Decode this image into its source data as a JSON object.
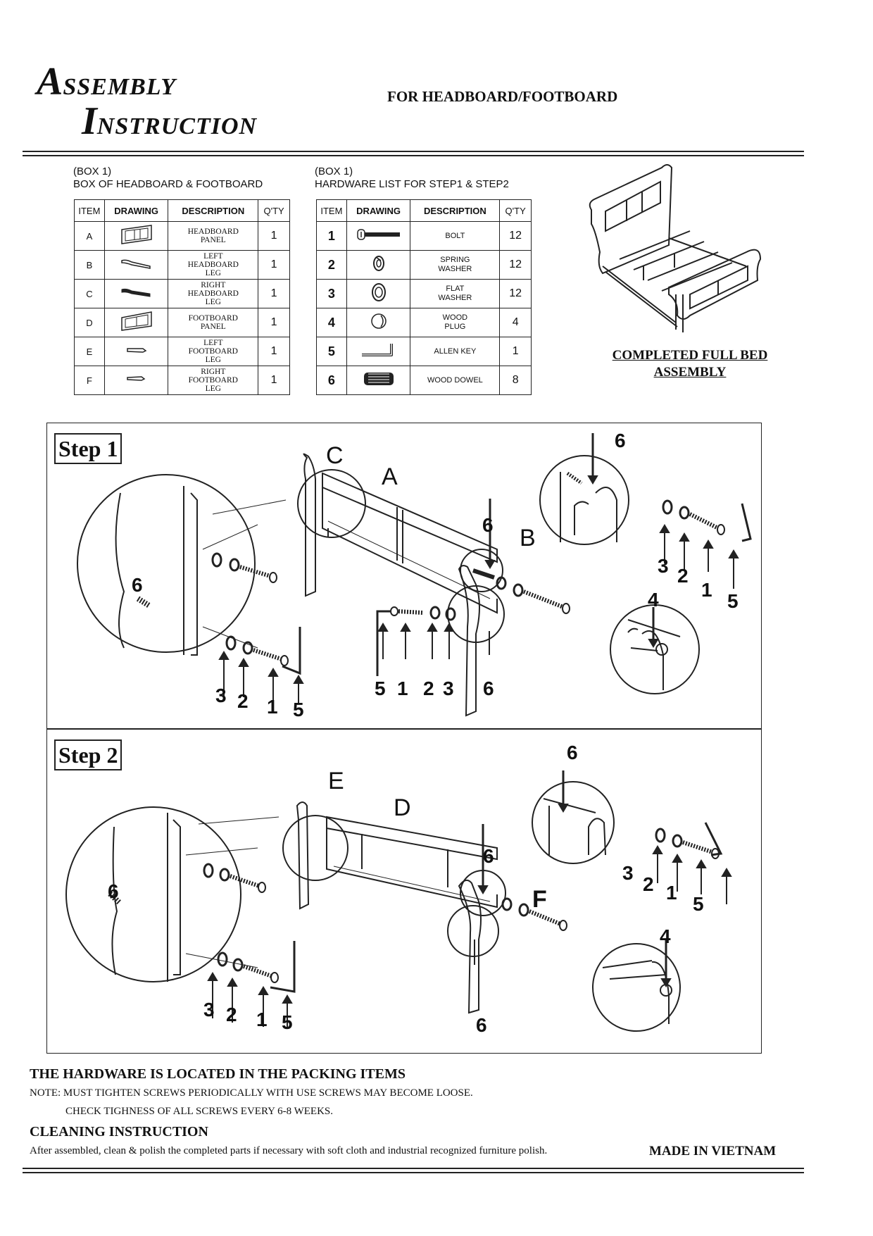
{
  "header": {
    "title_line1_cap": "A",
    "title_line1_rest": "SSEMBLY",
    "title_line2_cap": "I",
    "title_line2_rest": "NSTRUCTION",
    "subtitle": "FOR HEADBOARD/FOOTBOARD"
  },
  "box1": {
    "label": "(BOX 1)",
    "title": "BOX OF HEADBOARD & FOOTBOARD",
    "columns": [
      "ITEM",
      "DRAWING",
      "DESCRIPTION",
      "Q'TY"
    ],
    "rows": [
      {
        "item": "A",
        "desc": "HEADBOARD PANEL",
        "qty": "1",
        "icon": "headboard-panel-icon"
      },
      {
        "item": "B",
        "desc": "LEFT HEADBOARD LEG",
        "qty": "1",
        "icon": "left-headboard-leg-icon"
      },
      {
        "item": "C",
        "desc": "RIGHT HEADBOARD LEG",
        "qty": "1",
        "icon": "right-headboard-leg-icon"
      },
      {
        "item": "D",
        "desc": "FOOTBOARD PANEL",
        "qty": "1",
        "icon": "footboard-panel-icon"
      },
      {
        "item": "E",
        "desc": "LEFT FOOTBOARD LEG",
        "qty": "1",
        "icon": "left-footboard-leg-icon"
      },
      {
        "item": "F",
        "desc": "RIGHT FOOTBOARD LEG",
        "qty": "1",
        "icon": "right-footboard-leg-icon"
      }
    ]
  },
  "hardware": {
    "label": "(BOX 1)",
    "title": "HARDWARE LIST FOR STEP1 & STEP2",
    "columns": [
      "ITEM",
      "DRAWING",
      "DESCRIPTION",
      "Q'TY"
    ],
    "rows": [
      {
        "item": "1",
        "desc": "BOLT",
        "qty": "12",
        "icon": "bolt-icon"
      },
      {
        "item": "2",
        "desc": "SPRING WASHER",
        "qty": "12",
        "icon": "spring-washer-icon"
      },
      {
        "item": "3",
        "desc": "FLAT WASHER",
        "qty": "12",
        "icon": "flat-washer-icon"
      },
      {
        "item": "4",
        "desc": "WOOD PLUG",
        "qty": "4",
        "icon": "wood-plug-icon"
      },
      {
        "item": "5",
        "desc": "ALLEN KEY",
        "qty": "1",
        "icon": "allen-key-icon"
      },
      {
        "item": "6",
        "desc": "WOOD DOWEL",
        "qty": "8",
        "icon": "wood-dowel-icon"
      }
    ]
  },
  "completed": {
    "caption_line1": "COMPLETED FULL BED",
    "caption_line2": "ASSEMBLY"
  },
  "step1": {
    "label": "Step 1",
    "letters": {
      "c": "C",
      "a": "A",
      "b": "B"
    },
    "numbers": {
      "dowel_left": "6",
      "dowel_mid": "6",
      "dowel_bottom": "6",
      "dowel_topright": "6",
      "left_3": "3",
      "left_2": "2",
      "left_1": "1",
      "left_5": "5",
      "mid_5": "5",
      "mid_1": "1",
      "mid_2": "2",
      "mid_3": "3",
      "right_3": "3",
      "right_2": "2",
      "right_1": "1",
      "right_5": "5",
      "plug_4": "4"
    }
  },
  "step2": {
    "label": "Step 2",
    "letters": {
      "e": "E",
      "d": "D",
      "f": "F"
    },
    "numbers": {
      "dowel_left": "6",
      "dowel_mid": "6",
      "dowel_bottom": "6",
      "dowel_topright": "6",
      "left_3": "3",
      "left_2": "2",
      "left_1": "1",
      "left_5": "5",
      "right_3": "3",
      "right_2": "2",
      "right_1": "1",
      "right_5": "5",
      "plug_4": "4"
    }
  },
  "footer": {
    "hardware_heading": "THE HARDWARE IS LOCATED IN THE PACKING ITEMS",
    "note_line1": "NOTE: MUST TIGHTEN SCREWS PERIODICALLY WITH USE SCREWS MAY BECOME LOOSE.",
    "note_line2": "CHECK TIGHNESS OF ALL SCREWS EVERY 6-8 WEEKS.",
    "cleaning_heading": "CLEANING INSTRUCTION",
    "cleaning_text": "After assembled, clean & polish the completed parts if necessary with soft cloth and industrial recognized furniture polish.",
    "made_in": "MADE IN VIETNAM"
  }
}
